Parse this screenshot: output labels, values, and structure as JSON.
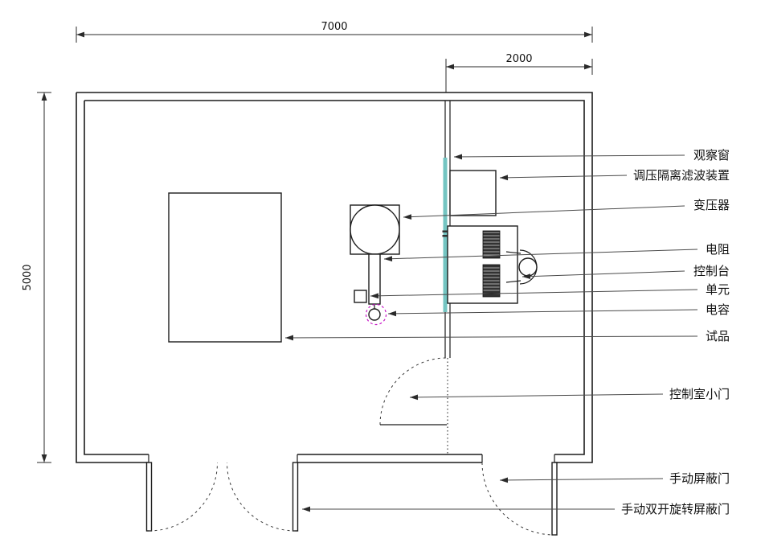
{
  "dimensions": {
    "overall_width": "7000",
    "control_room_width": "2000",
    "overall_depth": "5000"
  },
  "labels": {
    "observation_window": "观察窗",
    "voltage_regulator_filter": "调压隔离滤波装置",
    "transformer": "变压器",
    "resistor": "电阻",
    "control_console": "控制台",
    "unit": "单元",
    "capacitor": "电容",
    "test_specimen": "试品",
    "control_room_small_door": "控制室小门",
    "manual_shielded_door": "手动屏蔽门",
    "manual_double_swing_shielded_door": "手动双开旋转屏蔽门"
  },
  "colors": {
    "line": "#1c1c1c",
    "leader": "#4a4a4a",
    "observation_window_accent": "#74c5c2",
    "capacitor_highlight": "#c818c8"
  }
}
